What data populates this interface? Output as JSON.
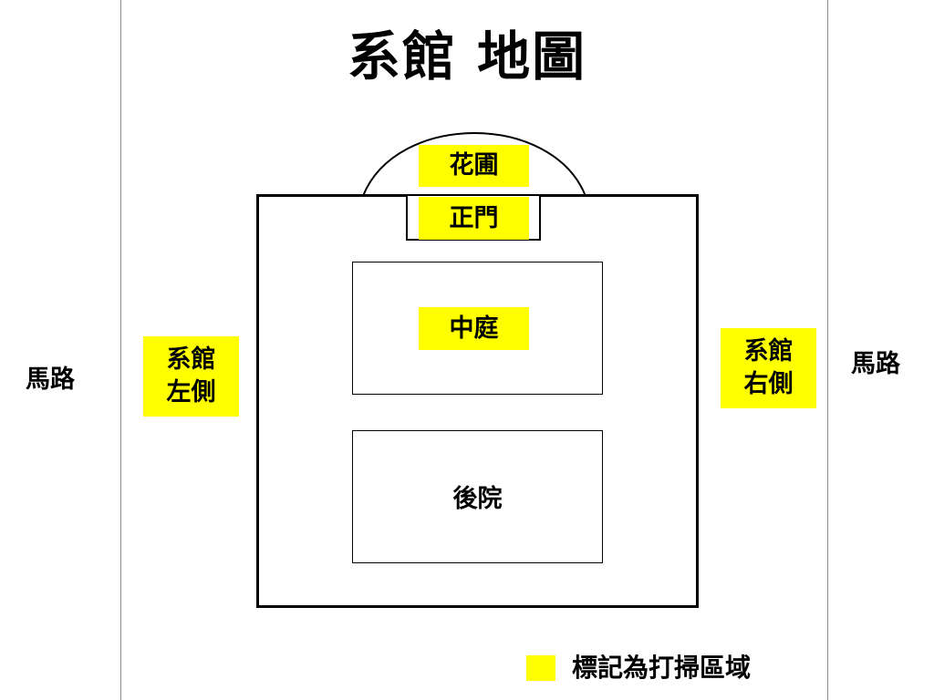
{
  "title": "系館 地圖",
  "roads": {
    "left": "馬路",
    "right": "馬路"
  },
  "areas": {
    "garden": "花圃",
    "main_gate": "正門",
    "courtyard": "中庭",
    "backyard": "後院",
    "left_side": [
      "系館",
      "左側"
    ],
    "right_side": [
      "系館",
      "右側"
    ]
  },
  "legend": {
    "label": "標記為打掃區域",
    "color": "#ffff00"
  },
  "colors": {
    "highlight": "#ffff00",
    "outline": "#000000",
    "road_line": "#8a8a8a"
  }
}
